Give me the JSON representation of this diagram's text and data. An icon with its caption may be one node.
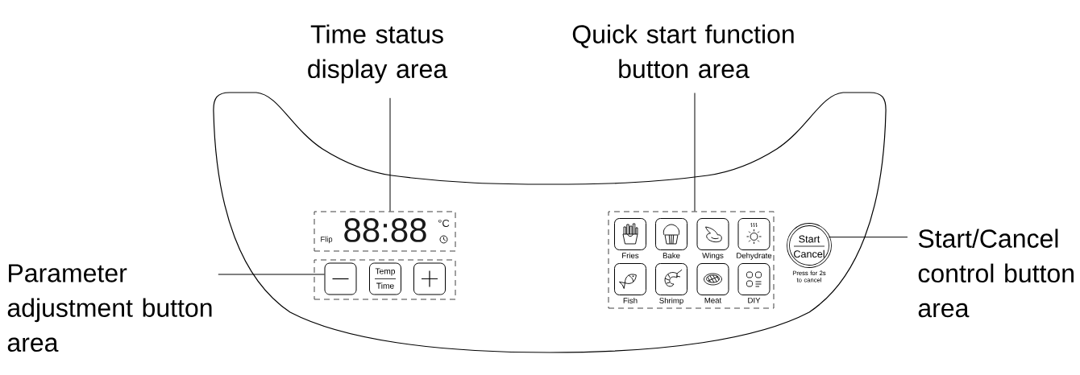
{
  "diagram": {
    "nodes": [
      {
        "text": [
          "Time status display area"
        ]
      },
      {
        "text": [
          "Quick start function button area"
        ]
      },
      {
        "text": [
          "Parameter adjustment button area"
        ]
      },
      {
        "text": [
          "Start/Cancel control button area"
        ]
      },
      {
        "text": [
          "Flip",
          "88:88",
          "°C"
        ]
      },
      {
        "text": [],
        "shape": "box"
      },
      {
        "text": [],
        "shape": "box",
        "in": 5
      },
      {
        "text": [
          "Temp",
          "Time"
        ],
        "in": 5
      },
      {
        "text": [],
        "shape": "box",
        "in": 5
      },
      {
        "text": [],
        "shape": "box"
      },
      {
        "text": [
          "Fries"
        ],
        "in": 9
      },
      {
        "text": [
          "Bake"
        ],
        "in": 9
      },
      {
        "text": [
          "Wings"
        ],
        "in": 9
      },
      {
        "text": [
          "Dehydrate"
        ],
        "in": 9
      },
      {
        "text": [
          "Fish"
        ],
        "in": 9
      },
      {
        "text": [
          "Shrimp"
        ],
        "in": 9
      },
      {
        "text": [
          "Meat"
        ],
        "in": 9
      },
      {
        "text": [
          "DIY"
        ],
        "in": 9
      },
      {
        "text": [
          "Start",
          "Cancel"
        ],
        "beside": [
          "Press for 2s to cancel"
        ]
      }
    ],
    "edges": [
      {
        "from": 0,
        "to": 4,
        "arrow": "none"
      },
      {
        "from": 1,
        "to": 9,
        "arrow": "none"
      },
      {
        "from": 2,
        "to": 6,
        "arrow": "none"
      },
      {
        "from": 3,
        "to": 18,
        "arrow": "none"
      }
    ]
  }
}
